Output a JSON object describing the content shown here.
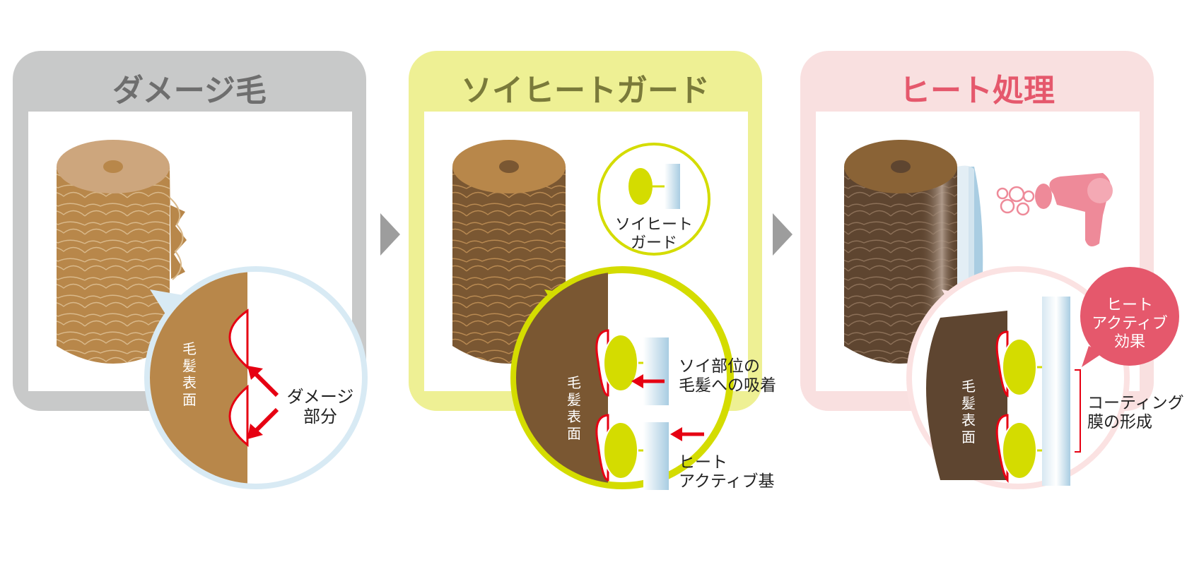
{
  "panels": [
    {
      "title": "ダメージ毛",
      "title_color": "#6e6e6e",
      "bg": "#c8c9c9"
    },
    {
      "title": "ソイヒートガード",
      "title_color": "#7a7a3a",
      "bg": "#eef094"
    },
    {
      "title": "ヒート処理",
      "title_color": "#e5586c",
      "bg": "#f9e0e0"
    }
  ],
  "panel1": {
    "surface_label": "毛髪表面",
    "damage_label": [
      "ダメージ",
      "部分"
    ]
  },
  "panel2": {
    "molecule_label": [
      "ソイヒート",
      "ガード"
    ],
    "surface_label": "毛髪表面",
    "adsorb_label": [
      "ソイ部位の",
      "毛髪への吸着"
    ],
    "heat_group_label": [
      "ヒート",
      "アクティブ基"
    ]
  },
  "panel3": {
    "surface_label": "毛髪表面",
    "effect_bubble": [
      "ヒート",
      "アクティブ",
      "効果"
    ],
    "coating_label": [
      "コーティング",
      "膜の形成"
    ]
  },
  "colors": {
    "damage_hair": "#b8874a",
    "treated_hair": "#7a5732",
    "heated_hair": "#5e4530",
    "yellow_green": "#d4dc00",
    "arrow_red": "#e60012",
    "zoom_blue": "#d8eaf4",
    "zoom_yellow": "#d4dc00",
    "zoom_pink": "#fbe2e2",
    "bubble_pink": "#e5586c",
    "gray_arrow": "#9d9d9d"
  },
  "icons": [
    "dryer-icon",
    "steam-icon",
    "play-arrow-icon"
  ]
}
